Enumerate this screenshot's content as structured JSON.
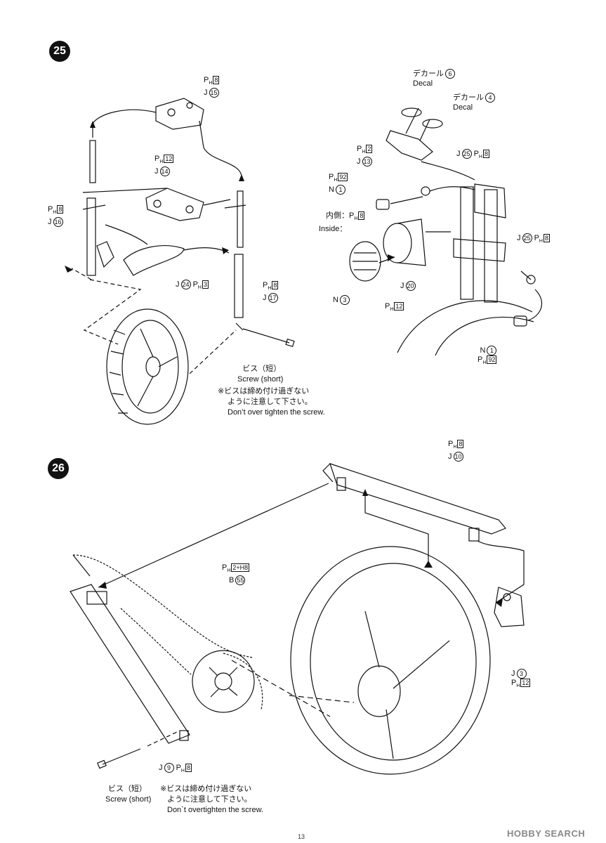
{
  "steps": [
    {
      "number": "25",
      "parts": [
        {
          "ph": "8",
          "part": "J",
          "num": "15"
        },
        {
          "ph": "12",
          "part": "J",
          "num": "14"
        },
        {
          "ph": "8",
          "part": "J",
          "num": "16"
        },
        {
          "ph": "3",
          "part": "J",
          "num": "24"
        },
        {
          "ph": "8",
          "part": "J",
          "num": "17"
        },
        {
          "ph": "2",
          "part": "J",
          "num": "13"
        },
        {
          "ph": "8",
          "part": "J",
          "num": "25"
        },
        {
          "ph": "92",
          "part": "N",
          "num": "1"
        },
        {
          "ph": "8",
          "part": "",
          "num": ""
        },
        {
          "ph": "12",
          "part": "J",
          "num": "20"
        },
        {
          "ph": "",
          "part": "N",
          "num": "3"
        },
        {
          "ph": "8",
          "part": "J",
          "num": "25"
        },
        {
          "ph": "92",
          "part": "N",
          "num": "1"
        }
      ],
      "decal_jp": "デカール",
      "decal_en": "Decal",
      "decal_nums": [
        "6",
        "4"
      ],
      "inside_jp": "内側：",
      "inside_en": "Inside：",
      "screw_jp": "ビス（短）",
      "screw_en": "Screw (short)",
      "warn_jp1": "※ビスは締め付け過ぎない",
      "warn_jp2": "ように注意して下さい。",
      "warn_en": "Don’t over tighten the screw."
    },
    {
      "number": "26",
      "parts": [
        {
          "ph": "8",
          "part": "J",
          "num": "10"
        },
        {
          "ph": "2+H8",
          "part": "B",
          "num": "55"
        },
        {
          "ph": "12",
          "part": "J",
          "num": "3"
        },
        {
          "ph": "8",
          "part": "J",
          "num": "9"
        }
      ],
      "screw_jp": "ビス（短）",
      "screw_en": "Screw (short)",
      "warn_jp1": "※ビスは締め付け過ぎない",
      "warn_jp2": "ように注意して下さい。",
      "warn_en": "Don`t overtighten the screw."
    }
  ],
  "page_number": "13",
  "watermark": "HOBBY SEARCH",
  "ph_prefix": "P",
  "ph_sub": "H"
}
